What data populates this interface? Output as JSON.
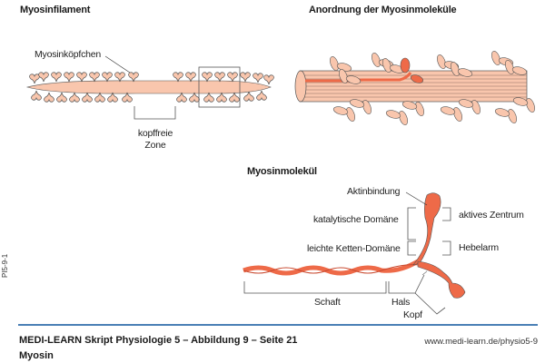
{
  "panels": {
    "filament": {
      "title": "Myosinfilament",
      "label_heads": "Myosinköpfchen",
      "label_zone_line1": "kopffreie",
      "label_zone_line2": "Zone"
    },
    "arrangement": {
      "title": "Anordnung der Myosinmoleküle"
    },
    "molecule": {
      "title": "Myosinmolekül",
      "labels": {
        "actin_binding": "Aktinbindung",
        "catalytic_domain": "katalytische Domäne",
        "light_chain_domain": "leichte Ketten-Domäne",
        "active_center": "aktives Zentrum",
        "lever_arm": "Hebelarm",
        "shaft": "Schaft",
        "neck": "Hals",
        "head": "Kopf"
      }
    }
  },
  "colors": {
    "light_myosin": "#f9c6ad",
    "dark_myosin": "#ee6a48",
    "outline": "#555555",
    "footer_rule": "#4a7fb5"
  },
  "side_code": "PI5-9-1",
  "footer": {
    "caption": "MEDI-LEARN Skript Physiologie 5 – Abbildung 9 – Seite 21",
    "subtitle": "Myosin",
    "url": "www.medi-learn.de/physio5-9"
  }
}
